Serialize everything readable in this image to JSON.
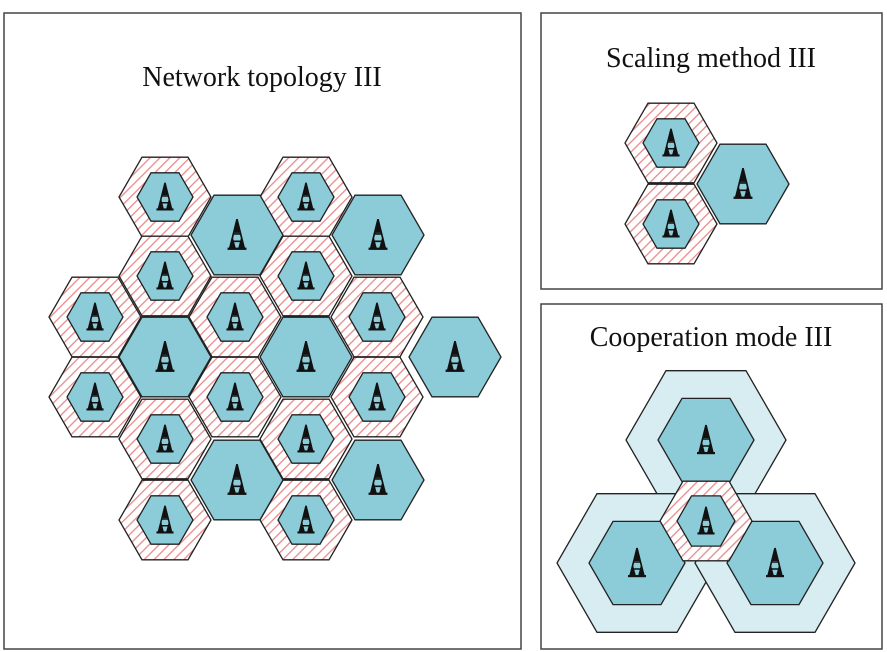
{
  "panels": {
    "network_topology": {
      "title": "Network topology III"
    },
    "scaling_method": {
      "title": "Scaling method III"
    },
    "cooperation_mode": {
      "title": "Cooperation mode III"
    }
  },
  "colors": {
    "cell_fill": "#8ccbd8",
    "ring_hatch": "#e88a8a",
    "ring_background": "#ffffff",
    "cooperation_outer": "#d8edf2",
    "outline": "#222222",
    "tower": "#111111"
  },
  "icons": {
    "tower": "base-station-tower-icon"
  }
}
